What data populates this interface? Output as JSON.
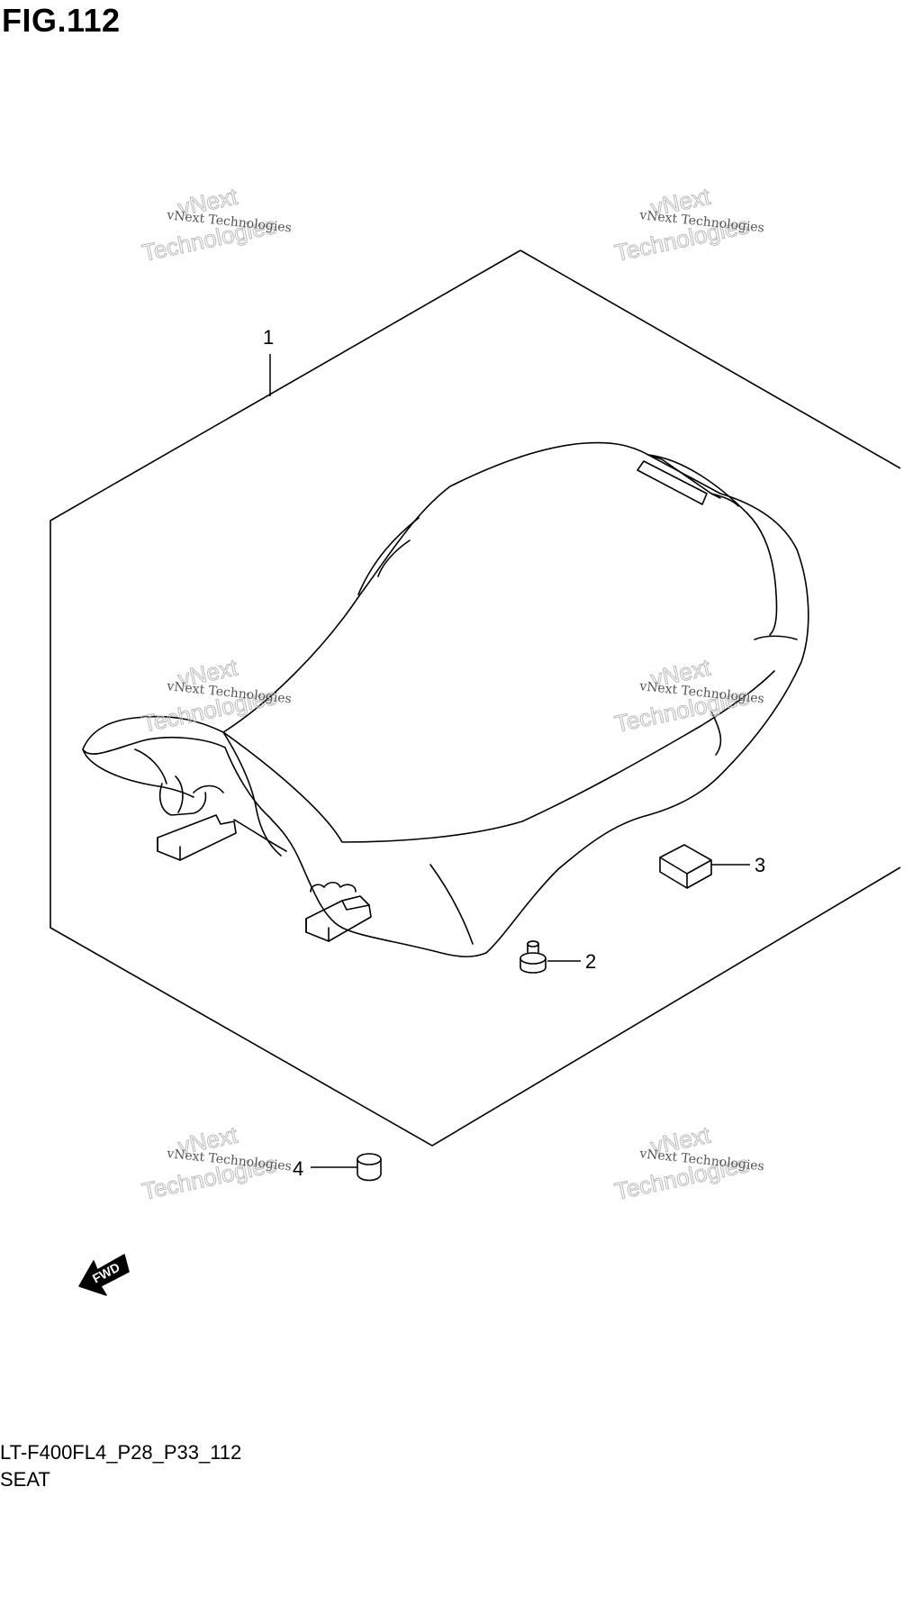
{
  "figure": {
    "title": "FIG.112"
  },
  "watermark": {
    "line_small": "vNext Technologies",
    "line_top": "vNext",
    "line_big": "Technologies"
  },
  "callouts": [
    {
      "id": "1",
      "label": "1"
    },
    {
      "id": "2",
      "label": "2"
    },
    {
      "id": "3",
      "label": "3"
    },
    {
      "id": "4",
      "label": "4"
    }
  ],
  "direction_badge": {
    "label": "FWD",
    "icon": "fwd-arrow-icon"
  },
  "footer": {
    "model_code": "LT-F400FL4_P28_P33_112",
    "section_name": "SEAT"
  },
  "colors": {
    "line": "#000000",
    "background": "#ffffff",
    "watermark": "#bbbbbb"
  }
}
